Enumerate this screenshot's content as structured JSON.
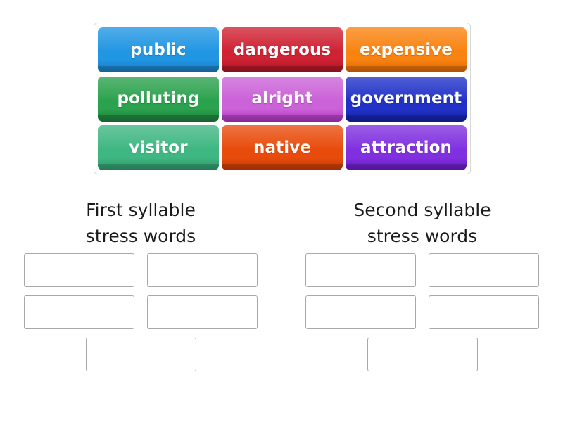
{
  "activity": {
    "type": "word-sort-drag-and-drop",
    "word_bank": {
      "rows": [
        [
          {
            "label": "public",
            "color": "#2196e3",
            "color_dark": "#1878b8"
          },
          {
            "label": "dangerous",
            "color": "#cf2233",
            "color_dark": "#a31524"
          },
          {
            "label": "expensive",
            "color": "#f98310",
            "color_dark": "#d66405"
          }
        ],
        [
          {
            "label": "polluting",
            "color": "#2ba24e",
            "color_dark": "#1d7a38"
          },
          {
            "label": "alright",
            "color": "#cb62d8",
            "color_dark": "#ac2ebd"
          },
          {
            "label": "government",
            "color": "#2232c9",
            "color_dark": "#131fa0"
          }
        ],
        [
          {
            "label": "visitor",
            "color": "#3fb783",
            "color_dark": "#2e9568"
          },
          {
            "label": "native",
            "color": "#e84c0c",
            "color_dark": "#c13804"
          },
          {
            "label": "attraction",
            "color": "#8130e0",
            "color_dark": "#6618bd"
          }
        ]
      ]
    },
    "columns": [
      {
        "heading_line1": "First syllable",
        "heading_line2": "stress words",
        "slot_rows": [
          2,
          2,
          1
        ],
        "slots_total": 5
      },
      {
        "heading_line1": "Second syllable",
        "heading_line2": "stress words",
        "slot_rows": [
          2,
          2,
          1
        ],
        "slots_total": 5
      }
    ]
  },
  "colors": {
    "page_background": "#ffffff",
    "container_border": "#d7d7d7",
    "slot_border": "#a8a8a8",
    "heading_text": "#1b1b1b",
    "tile_text": "#ffffff"
  }
}
